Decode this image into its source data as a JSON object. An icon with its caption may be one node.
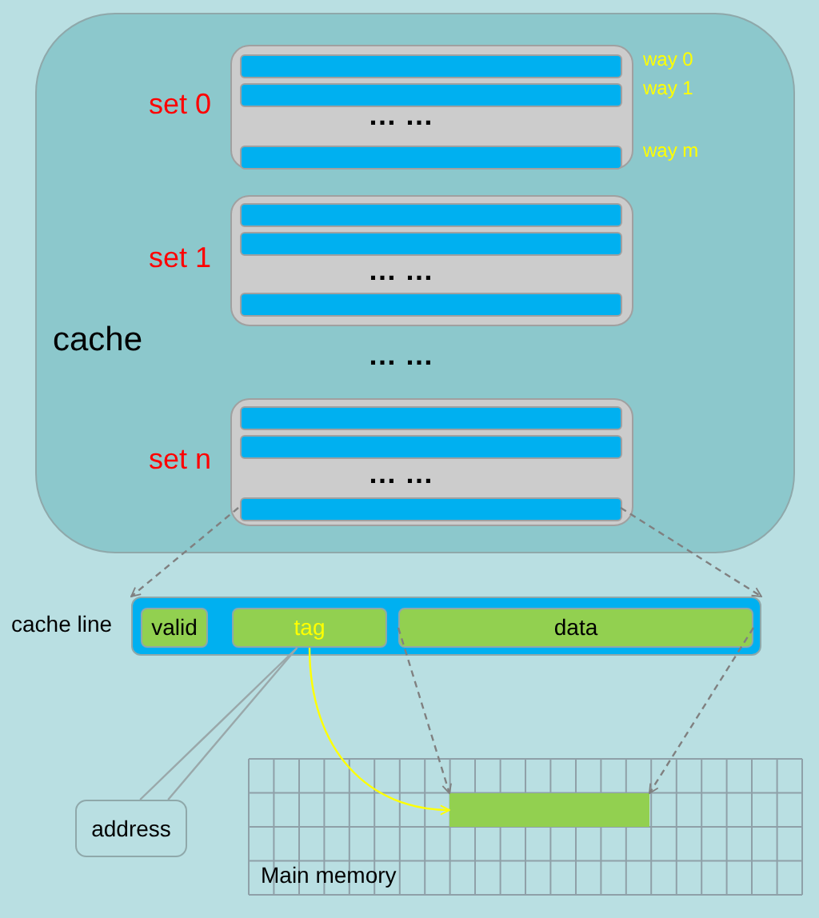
{
  "diagram": {
    "nodes": [
      {
        "text": [
          "cache"
        ]
      },
      {
        "text": [
          "set 0"
        ],
        "in": 0
      },
      {
        "text": [],
        "shape": "bar",
        "in": 1,
        "beside": [
          "way 0"
        ]
      },
      {
        "text": [],
        "shape": "bar",
        "in": 1,
        "beside": [
          "way 1"
        ]
      },
      {
        "text": [],
        "shape": "bar",
        "in": 1,
        "beside": [
          "way m"
        ]
      },
      {
        "text": [
          "set 1"
        ],
        "in": 0
      },
      {
        "text": [],
        "shape": "bar",
        "in": 5
      },
      {
        "text": [],
        "shape": "bar",
        "in": 5
      },
      {
        "text": [],
        "shape": "bar",
        "in": 5
      },
      {
        "text": [
          "set n"
        ],
        "in": 0
      },
      {
        "text": [],
        "shape": "bar",
        "in": 9
      },
      {
        "text": [],
        "shape": "bar",
        "in": 9
      },
      {
        "text": [],
        "shape": "bar",
        "in": 9
      },
      {
        "text": [
          "cache line"
        ]
      },
      {
        "text": [
          "valid"
        ],
        "in": 13
      },
      {
        "text": [
          "tag"
        ],
        "in": 13
      },
      {
        "text": [
          "data"
        ],
        "in": 13
      },
      {
        "text": [
          "address"
        ]
      },
      {
        "text": [
          "Main memory"
        ]
      },
      {
        "text": [],
        "shape": "box",
        "in": 18
      }
    ],
    "edges": [
      {
        "from": 12,
        "to": 13,
        "arrow": "to",
        "style": "dashed"
      },
      {
        "from": 12,
        "to": 13,
        "arrow": "to",
        "style": "dashed"
      },
      {
        "from": 15,
        "to": 19,
        "arrow": "to",
        "color": "#ffff00"
      },
      {
        "from": 16,
        "to": 19,
        "arrow": "to",
        "style": "dashed"
      },
      {
        "from": 16,
        "to": 19,
        "arrow": "to",
        "style": "dashed"
      },
      {
        "from": 17,
        "to": 15,
        "arrow": "none"
      }
    ],
    "labels": [
      "… …",
      "… …",
      "… …",
      "… …"
    ]
  }
}
